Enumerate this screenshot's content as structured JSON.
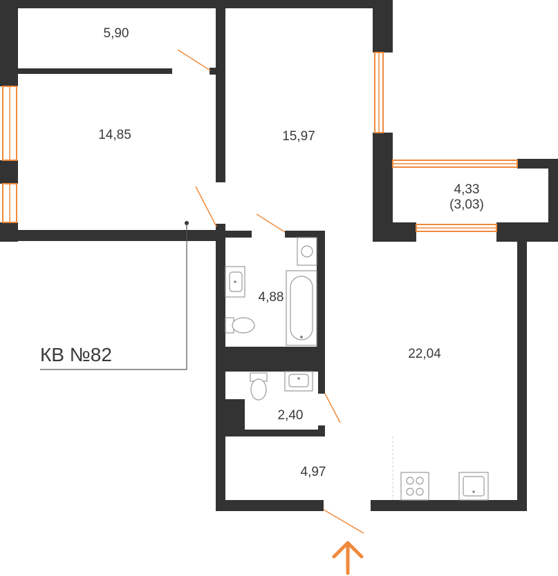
{
  "apartment_label": "КВ №82",
  "rooms": [
    {
      "id": "storage",
      "area": "5,90"
    },
    {
      "id": "bedroom",
      "area": "14,85"
    },
    {
      "id": "living",
      "area": "15,97"
    },
    {
      "id": "balcony",
      "area": "4,33",
      "area_reduced": "(3,03)"
    },
    {
      "id": "bathroom",
      "area": "4,88"
    },
    {
      "id": "kitchen-living",
      "area": "22,04"
    },
    {
      "id": "wc",
      "area": "2,40"
    },
    {
      "id": "hallway",
      "area": "4,97"
    }
  ],
  "icons": {
    "entrance": "arrow-up-icon",
    "door": "door-swing-icon",
    "window": "window-icon",
    "bathtub": "bathtub-icon",
    "toilet": "toilet-icon",
    "sink": "sink-icon",
    "stove": "stove-icon"
  },
  "colors": {
    "walls": "#333333",
    "accent": "#f08a3c",
    "fixtures": "#9a9a9a",
    "text": "#3a3a3a"
  }
}
